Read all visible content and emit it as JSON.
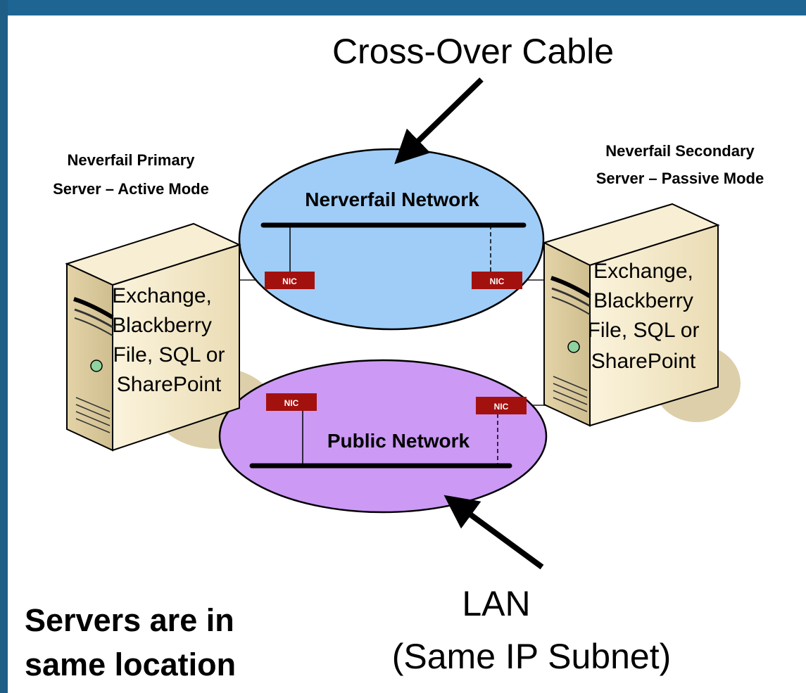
{
  "callouts": {
    "crossover_cable": "Cross-Over Cable",
    "lan": "LAN",
    "lan_subnet": "(Same IP Subnet)"
  },
  "servers": {
    "primary": {
      "title_line1": "Neverfail Primary",
      "title_line2": "Server – Active Mode",
      "apps": [
        "Exchange,",
        "Blackberry",
        "File, SQL or",
        "SharePoint"
      ]
    },
    "secondary": {
      "title_line1": "Neverfail Secondary",
      "title_line2": "Server – Passive Mode",
      "apps": [
        "Exchange,",
        "Blackberry",
        "File, SQL or",
        "SharePoint"
      ]
    }
  },
  "networks": {
    "nerverfail": {
      "label": "Nerverfail Network",
      "color": "#9fcdf7"
    },
    "public": {
      "label": "Public Network",
      "color": "#cc99f5"
    }
  },
  "nic_label": "NIC",
  "note": {
    "line1": "Servers are in",
    "line2": "same location"
  },
  "colors": {
    "frame": "#1d5d86",
    "nic": "#a3110f",
    "server_body": "#f3e8c8",
    "shadow": "#d8ccaa"
  }
}
